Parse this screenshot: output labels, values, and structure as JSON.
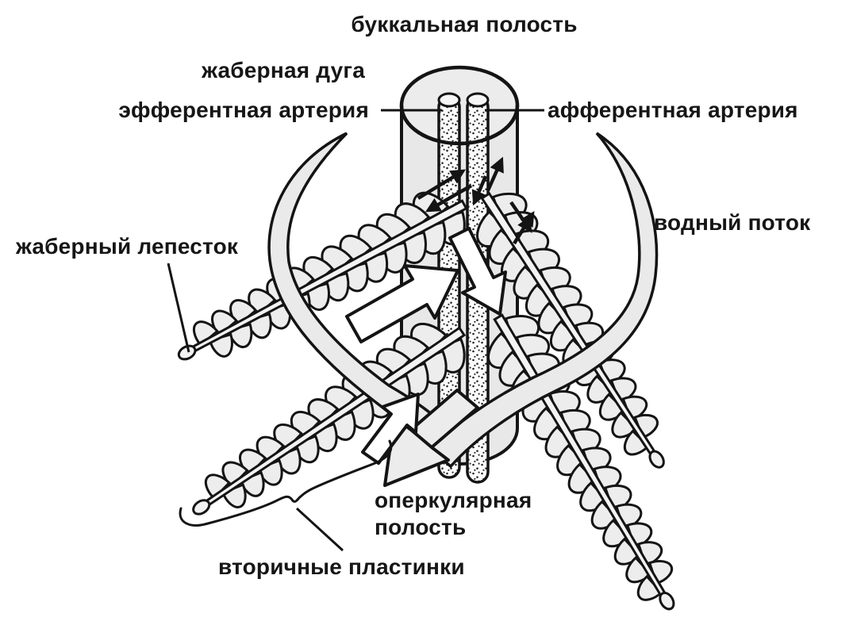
{
  "labels": {
    "buccal_cavity": "буккальная полость",
    "gill_arch": "жаберная дуга",
    "efferent_artery": "эфферентная артерия",
    "afferent_artery": "афферентная артерия",
    "water_flow": "водный поток",
    "gill_filament": "жаберный лепесток",
    "opercular_cavity": "оперкулярная полость",
    "secondary_lamellae": "вторичные пластинки"
  },
  "colors": {
    "ink": "#161616",
    "fill_light": "#e9e9e9",
    "background": "#ffffff"
  }
}
